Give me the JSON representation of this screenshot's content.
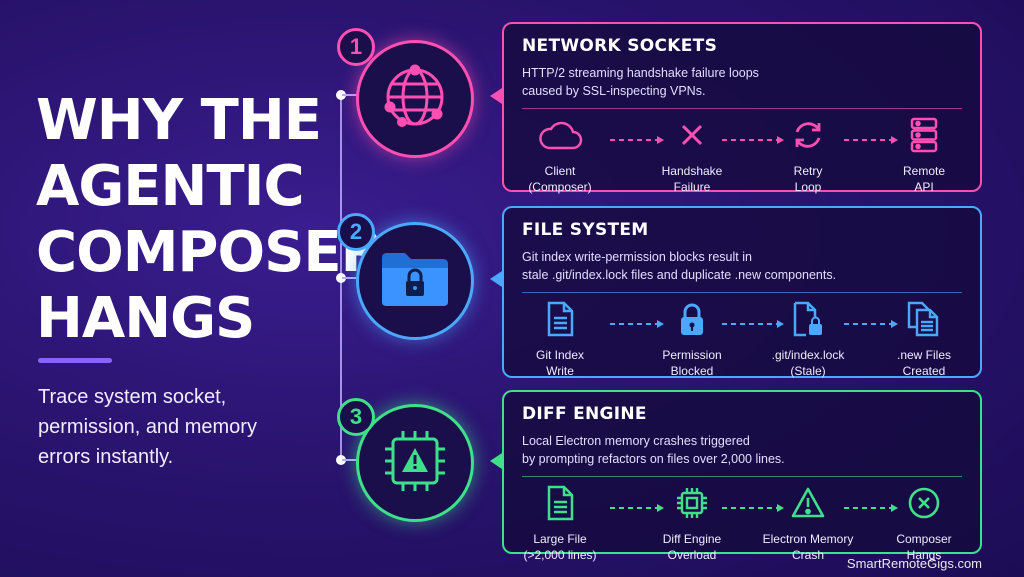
{
  "title_lines": [
    "WHY THE",
    "AGENTIC",
    "COMPOSER",
    "HANGS"
  ],
  "subtitle": "Trace system socket, permission, and memory errors instantly.",
  "credit": "SmartRemoteGigs.com",
  "colors": {
    "pink": "#ff4fb3",
    "blue": "#4aa8ff",
    "green": "#3fe08a",
    "background": "#2a1470"
  },
  "sections": [
    {
      "number": "1",
      "icon": "globe-network-icon",
      "heading": "NETWORK SOCKETS",
      "description_lines": [
        "HTTP/2 streaming handshake failure loops",
        "caused by SSL-inspecting VPNs."
      ],
      "steps": [
        {
          "icon": "cloud-icon",
          "label_lines": [
            "Client",
            "(Composer)"
          ]
        },
        {
          "icon": "x-icon",
          "label_lines": [
            "Handshake",
            "Failure"
          ]
        },
        {
          "icon": "retry-icon",
          "label_lines": [
            "Retry",
            "Loop"
          ]
        },
        {
          "icon": "server-icon",
          "label_lines": [
            "Remote",
            "API"
          ]
        }
      ]
    },
    {
      "number": "2",
      "icon": "locked-folder-icon",
      "heading": "FILE SYSTEM",
      "description_lines": [
        "Git index write-permission blocks result in",
        "stale .git/index.lock files and duplicate .new components."
      ],
      "steps": [
        {
          "icon": "document-icon",
          "label_lines": [
            "Git Index",
            "Write"
          ]
        },
        {
          "icon": "padlock-icon",
          "label_lines": [
            "Permission",
            "Blocked"
          ]
        },
        {
          "icon": "locked-document-icon",
          "label_lines": [
            ".git/index.lock",
            "(Stale)"
          ]
        },
        {
          "icon": "documents-icon",
          "label_lines": [
            ".new Files",
            "Created"
          ]
        }
      ]
    },
    {
      "number": "3",
      "icon": "chip-warning-icon",
      "heading": "DIFF ENGINE",
      "description_lines": [
        "Local Electron memory crashes triggered",
        "by prompting refactors on files over 2,000 lines."
      ],
      "steps": [
        {
          "icon": "document-icon",
          "label_lines": [
            "Large File",
            "(>2,000 lines)"
          ]
        },
        {
          "icon": "chip-icon",
          "label_lines": [
            "Diff Engine",
            "Overload"
          ]
        },
        {
          "icon": "warning-icon",
          "label_lines": [
            "Electron Memory",
            "Crash"
          ]
        },
        {
          "icon": "x-circle-icon",
          "label_lines": [
            "Composer",
            "Hangs"
          ]
        }
      ]
    }
  ]
}
